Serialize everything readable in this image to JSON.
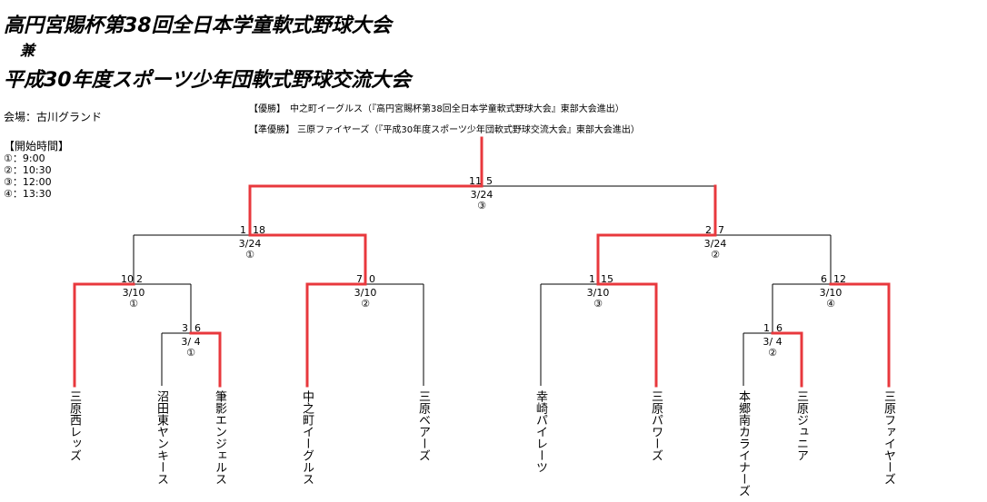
{
  "header": {
    "title_line1": "高円宮賜杯第38回全日本学童軟式野球大会",
    "title_line2": "兼",
    "title_line3": "平成30年度スポーツ少年団軟式野球交流大会"
  },
  "venue": "会場：古川グランド",
  "start_times": {
    "heading": "【開始時間】",
    "times": [
      "①：9:00",
      "②：10:30",
      "③：12:00",
      "④：13:30"
    ]
  },
  "results": {
    "winner": "【優勝】　中之町イーグルス（『高円宮賜杯第38回全日本学童軟式野球大会』東部大会進出）",
    "runner_up": "【準優勝】 三原ファイヤーズ（『平成30年度スポーツ少年団軟式野球交流大会』東部大会進出）"
  },
  "teams": [
    "三原西レッズ",
    "沼田東ヤンキース",
    "筆影エンジェルス",
    "中之町イーグルス",
    "三原ベアーズ",
    "幸崎パイレーツ",
    "三原パワーズ",
    "本郷南カライナーズ",
    "三原ジュニア",
    "三原ファイヤーズ"
  ],
  "matches": {
    "m_prelim1": {
      "score_l": "3",
      "score_r": "6",
      "date": "3/ 4",
      "slot": "①"
    },
    "m_prelim2": {
      "score_l": "1",
      "score_r": "6",
      "date": "3/ 4",
      "slot": "②"
    },
    "m_r1_1": {
      "score_l": "10",
      "score_r": "2",
      "date": "3/10",
      "slot": "①"
    },
    "m_r1_2": {
      "score_l": "7",
      "score_r": "0",
      "date": "3/10",
      "slot": "②"
    },
    "m_r1_3": {
      "score_l": "1",
      "score_r": "15",
      "date": "3/10",
      "slot": "③"
    },
    "m_r1_4": {
      "score_l": "6",
      "score_r": "12",
      "date": "3/10",
      "slot": "④"
    },
    "m_sf_1": {
      "score_l": "1",
      "score_r": "18",
      "date": "3/24",
      "slot": "①"
    },
    "m_sf_2": {
      "score_l": "2",
      "score_r": "7",
      "date": "3/24",
      "slot": "②"
    },
    "m_final": {
      "score_l": "11",
      "score_r": "5",
      "date": "3/24",
      "slot": "③"
    }
  },
  "colors": {
    "winner_line": "#e8383d",
    "loser_line": "#000000"
  }
}
